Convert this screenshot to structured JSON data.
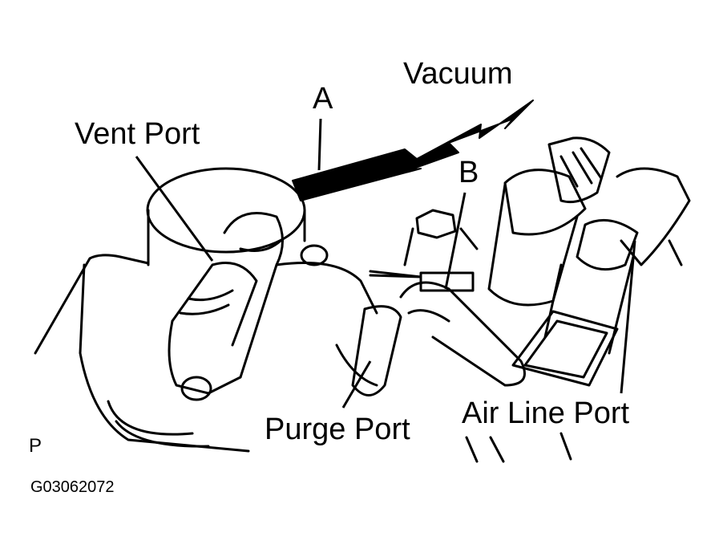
{
  "labels": {
    "vacuum": "Vacuum",
    "a": "A",
    "b": "B",
    "vent_port": "Vent Port",
    "purge_port": "Purge Port",
    "air_line_port": "Air Line Port",
    "p": "P",
    "figure_code": "G03062072"
  },
  "colors": {
    "line": "#000000",
    "background": "#ffffff"
  }
}
